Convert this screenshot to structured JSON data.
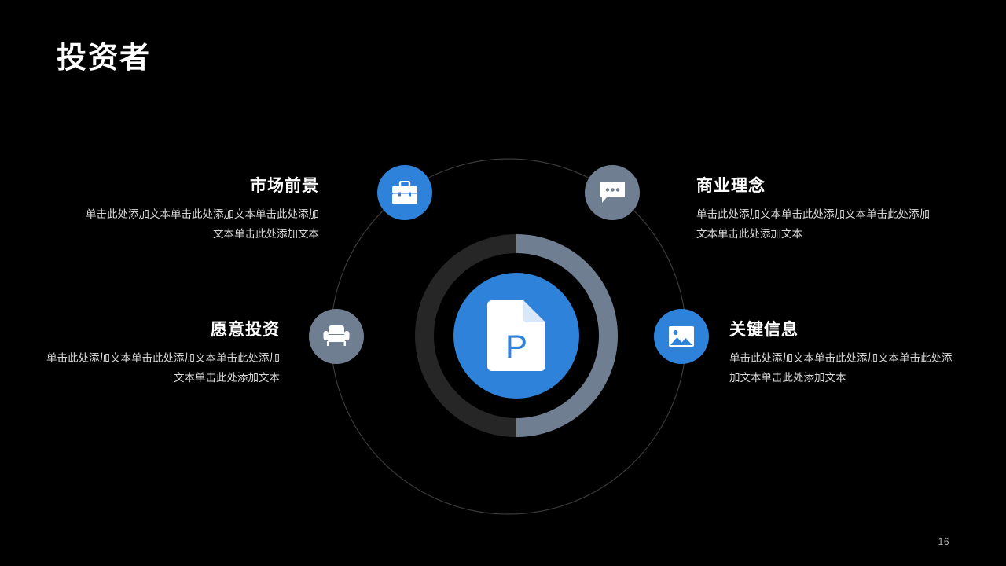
{
  "slide": {
    "title": "投资者",
    "page_number": "16",
    "background_color": "#000000"
  },
  "palette": {
    "accent_blue": "#2e82d9",
    "muted_gray": "#707e92",
    "dark_ring": "#262626",
    "heading_text": "#ffffff",
    "body_text": "#d9d9d9",
    "connector_line": "#3a3a3a"
  },
  "hub": {
    "icon": "powerpoint-document-icon",
    "icon_letter": "P",
    "ring_left_color": "#262626",
    "ring_right_color": "#707e92",
    "core_color": "#2e82d9"
  },
  "nodes": [
    {
      "id": "market",
      "icon": "briefcase-icon",
      "color": "#2e82d9"
    },
    {
      "id": "business",
      "icon": "chat-bubble-icon",
      "color": "#707e92"
    },
    {
      "id": "invest",
      "icon": "armchair-icon",
      "color": "#707e92"
    },
    {
      "id": "key",
      "icon": "image-icon",
      "color": "#2e82d9"
    }
  ],
  "blocks": [
    {
      "id": "market",
      "heading": "市场前景",
      "body": "单击此处添加文本单击此处添加文本单击此处添加文本单击此处添加文本",
      "align": "right"
    },
    {
      "id": "business",
      "heading": "商业理念",
      "body": "单击此处添加文本单击此处添加文本单击此处添加文本单击此处添加文本",
      "align": "left"
    },
    {
      "id": "invest",
      "heading": "愿意投资",
      "body": "单击此处添加文本单击此处添加文本单击此处添加文本单击此处添加文本",
      "align": "right"
    },
    {
      "id": "key",
      "heading": "关键信息",
      "body": "单击此处添加文本单击此处添加文本单击此处添加文本单击此处添加文本",
      "align": "left"
    }
  ]
}
